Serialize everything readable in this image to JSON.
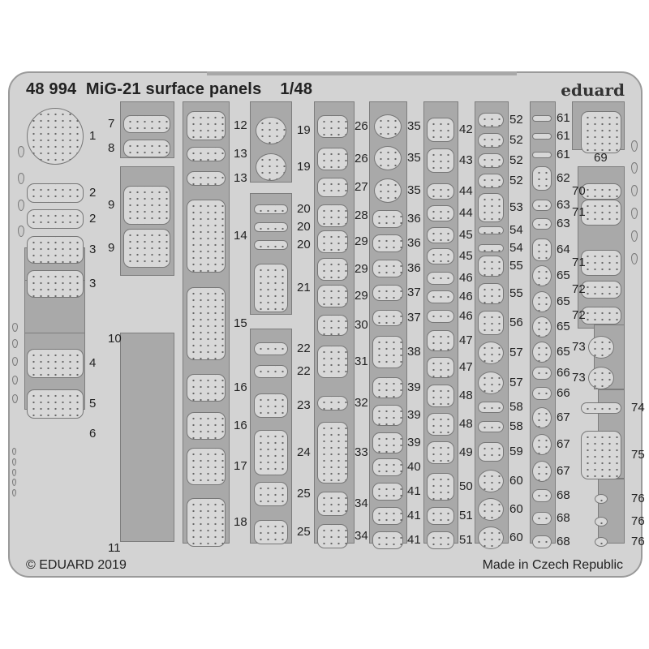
{
  "header": {
    "title": "48 994  MiG-21 surface panels    1/48",
    "logo": "eduard"
  },
  "footer": {
    "copyright": "© EDUARD 2019",
    "origin": "Made in Czech Republic"
  },
  "colors": {
    "fret": "#d3d3d3",
    "frame": "#a9a9a9",
    "part": "#d8d8d8",
    "outline": "#777777"
  },
  "columns": [
    {
      "id": "a",
      "labels": [
        "1",
        "2",
        "2",
        "3",
        "3",
        "4",
        "5",
        "6"
      ]
    },
    {
      "id": "b",
      "labels": [
        "7",
        "8",
        "9",
        "9",
        "10",
        "11"
      ]
    },
    {
      "id": "c",
      "labels": [
        "12",
        "13",
        "13",
        "14",
        "15",
        "16",
        "16",
        "17",
        "18"
      ]
    },
    {
      "id": "d",
      "labels": [
        "19",
        "19",
        "20",
        "20",
        "20",
        "21",
        "22",
        "22",
        "23",
        "24",
        "25",
        "25"
      ]
    },
    {
      "id": "e",
      "labels": [
        "26",
        "26",
        "27",
        "28",
        "29",
        "29",
        "29",
        "30",
        "31",
        "32",
        "33",
        "34",
        "34"
      ]
    },
    {
      "id": "f",
      "labels": [
        "35",
        "35",
        "35",
        "36",
        "36",
        "36",
        "37",
        "37",
        "38",
        "39",
        "39",
        "39",
        "40",
        "41",
        "41",
        "41"
      ]
    },
    {
      "id": "g",
      "labels": [
        "42",
        "43",
        "44",
        "44",
        "45",
        "45",
        "46",
        "46",
        "46",
        "47",
        "47",
        "48",
        "48",
        "49",
        "50",
        "51",
        "51"
      ]
    },
    {
      "id": "h",
      "labels": [
        "52",
        "52",
        "52",
        "52",
        "53",
        "54",
        "54",
        "55",
        "55",
        "56",
        "57",
        "57",
        "58",
        "58",
        "59",
        "60",
        "60",
        "60"
      ]
    },
    {
      "id": "i",
      "labels": [
        "61",
        "61",
        "61",
        "62",
        "63",
        "63",
        "64",
        "65",
        "65",
        "65",
        "65",
        "66",
        "66",
        "67",
        "67",
        "67",
        "68",
        "68",
        "68"
      ]
    },
    {
      "id": "j",
      "labels": [
        "69",
        "70",
        "71",
        "71",
        "72",
        "72",
        "73",
        "73",
        "74",
        "75",
        "76",
        "76",
        "76"
      ]
    }
  ]
}
